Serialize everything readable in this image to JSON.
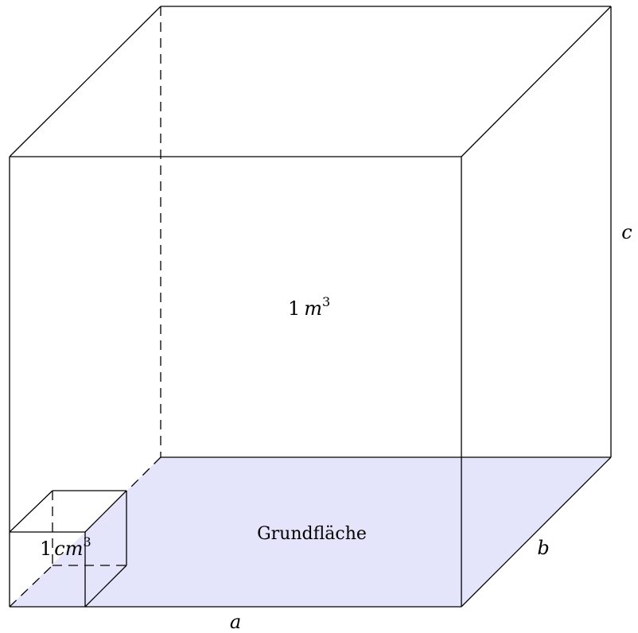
{
  "labels": {
    "volume_big": {
      "num": "1",
      "unit": "m",
      "exp": "3"
    },
    "volume_small": {
      "num": "1",
      "unit": "cm",
      "exp": "3"
    },
    "base_area": "Grundfläche",
    "edge_a": "a",
    "edge_b": "b",
    "edge_c": "c"
  },
  "colors": {
    "base_fill": "#e4e4fb",
    "edge": "#000000"
  }
}
